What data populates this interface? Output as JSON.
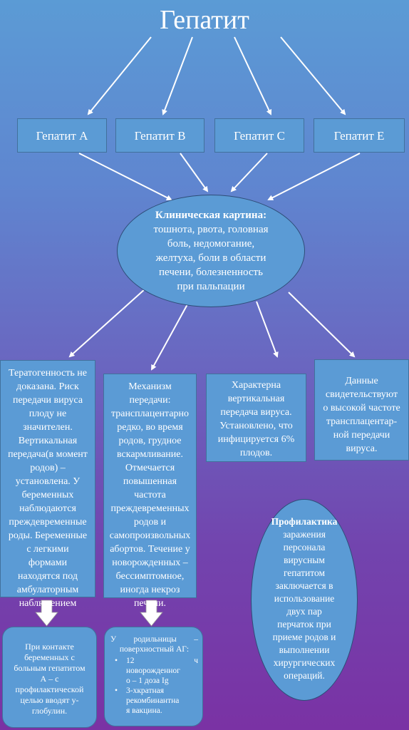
{
  "title": "Гепатит",
  "types": [
    "Гепатит A",
    "Гепатит B",
    "Гепатит C",
    "Гепатит E"
  ],
  "clinical": {
    "heading": "Клиническая картина:",
    "lines": [
      "тошнота, рвота, головная",
      "боль, недомогание,",
      "желтуха, боли в области",
      "печени, болезненность",
      "при пальпации"
    ]
  },
  "columns": [
    {
      "lines": [
        "Тератогенность не",
        "доказана. Риск",
        "передачи вируса",
        "плоду не",
        "значителен.",
        "Вертикальная",
        "передача(в момент",
        "родов) –",
        "установлена. У",
        "беременных",
        "наблюдаются",
        "преждевременные",
        "роды. Беременные",
        "с легкими",
        "формами",
        "находятся под",
        "амбулаторным",
        "наблюдением"
      ]
    },
    {
      "lines": [
        "Механизм",
        "передачи:",
        "трансплацентарно",
        "редко, во время",
        "родов, грудное",
        "вскармливание.",
        "Отмечается",
        "повышенная",
        "частота",
        "преждевременных",
        "родов и",
        "самопроизвольных",
        "абортов. Течение у",
        "новорожденных –",
        "бессимптомное,",
        "иногда некроз",
        "печени."
      ]
    },
    {
      "lines": [
        "Характерна",
        "вертикальная",
        "передача вируса.",
        "Установлено, что",
        "инфицируется 6%",
        "плодов."
      ]
    },
    {
      "lines": [
        "Данные",
        "свидетельствуют",
        "о высокой частоте",
        "трансплацентар-",
        "ной передачи",
        "вируса."
      ]
    }
  ],
  "prophylaxis_a": {
    "lines": [
      "При контакте",
      "беременных с",
      "больным гепатитом",
      "А – с",
      "профилактической",
      "целью вводят у-",
      "глобулин."
    ]
  },
  "prophylaxis_b": {
    "intro": [
      "У родильницы –",
      "поверхностный АГ:"
    ],
    "items": [
      [
        "12 ч",
        "новорожденног",
        "о – 1 доза Ig"
      ],
      [
        "3-хкратная",
        "рекомбинантна",
        "я вакцина."
      ]
    ]
  },
  "prevention": {
    "heading": "Профилактика",
    "lines": [
      "заражения",
      "персонала",
      "вирусным",
      "гепатитом",
      "заключается в",
      "использование",
      "двух пар",
      "перчаток при",
      "приеме родов и",
      "выполнении",
      "хирургических",
      "операций."
    ]
  },
  "colors": {
    "box_fill": "#5b9bd5",
    "box_border": "#41719c",
    "arrow": "#ffffff"
  }
}
